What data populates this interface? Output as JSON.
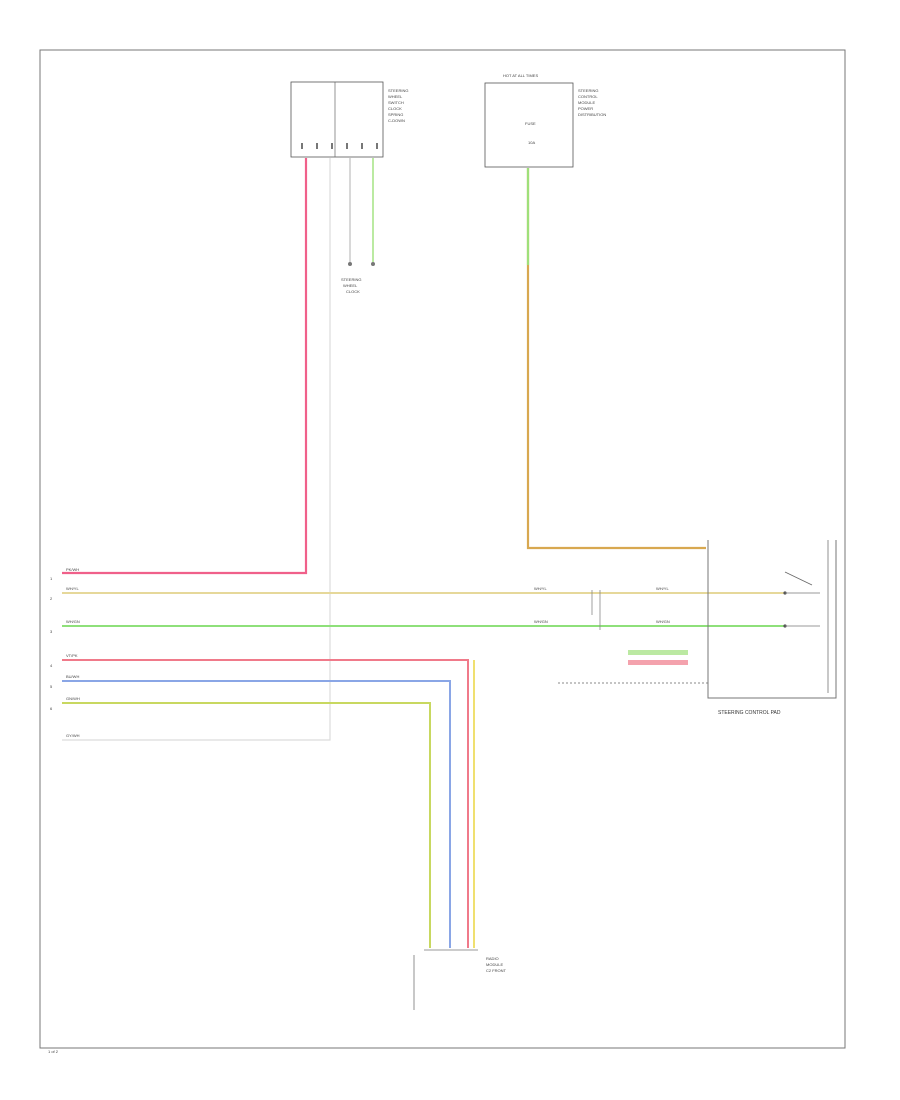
{
  "footer": {
    "code": "1 of 2"
  },
  "steering_module": {
    "label": "STEERING CONTROL PAD"
  },
  "colors": {
    "pink": "#f0608a",
    "tan": "#e6d89a",
    "green": "#8ee07a",
    "red_pink": "#f07a8a",
    "blue": "#8aa6e6",
    "yellow_green": "#c8d860",
    "gray": "#c8c8c8",
    "orange": "#d8a850",
    "light_green": "#9ee07a",
    "light_yellow": "#f0e070"
  },
  "wires": [
    {
      "id": "w-pink",
      "left_label": "PK/WH",
      "color": "pink"
    },
    {
      "id": "w-tan",
      "left_label": "WH/YL",
      "left_label_2": "WH/YL",
      "right_label": "WH/YL",
      "color": "tan"
    },
    {
      "id": "w-green",
      "left_label": "WH/GN",
      "left_label_2": "WH/GN",
      "right_label": "WH/GN",
      "color": "green"
    },
    {
      "id": "w-redpink",
      "left_label": "VT/PK",
      "color": "red_pink"
    },
    {
      "id": "w-blue",
      "left_label": "BU/WH",
      "color": "blue"
    },
    {
      "id": "w-yellow",
      "left_label": "GN/WH",
      "color": "yellow_green"
    },
    {
      "id": "w-gray",
      "left_label": "GY/WH",
      "color": "gray"
    }
  ],
  "top_connector_1": {
    "lines": [
      "STEERING",
      "WHEEL",
      "SWITCH",
      "CLOCK",
      "SPRING",
      "C-DOWN"
    ]
  },
  "top_connector_2": {
    "header": "HOT AT ALL TIMES",
    "lines": [
      "FUSE",
      "10A"
    ],
    "side": [
      "STEERING",
      "CONTROL",
      "MODULE",
      "POWER",
      "DISTRIBUTION"
    ]
  },
  "pins": {
    "pin_a": "1",
    "pin_b": "2",
    "pin_c": "3",
    "pin_d": "4",
    "pin_e": "5",
    "pin_f": "6"
  },
  "bottom_connector": {
    "lines": [
      "RADIO",
      "MODULE",
      "C2 FRONT"
    ]
  },
  "ground_label": {
    "lines": [
      "STEERING",
      "WHEEL",
      "CLOCK"
    ]
  }
}
